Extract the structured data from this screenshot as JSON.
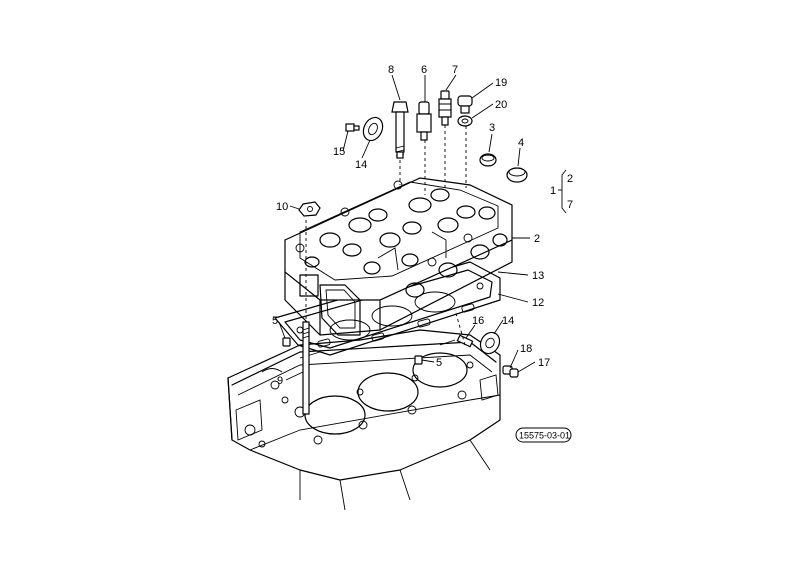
{
  "figure_code": "15575-03-01",
  "callouts": {
    "c1": "1",
    "c2": "2",
    "c2b": "2",
    "c3": "3",
    "c4": "4",
    "c5a": "5",
    "c5b": "5",
    "c6": "6",
    "c7": "7",
    "c7b": "7",
    "c8": "8",
    "c9": "9",
    "c10": "10",
    "c12": "12",
    "c13": "13",
    "c14a": "14",
    "c14b": "14",
    "c15": "15",
    "c16": "16",
    "c17": "17",
    "c18": "18",
    "c19": "19",
    "c20": "20"
  }
}
